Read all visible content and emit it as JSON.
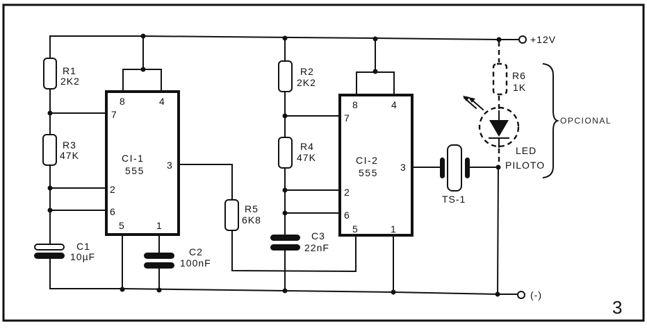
{
  "figure": {
    "number": "3",
    "colors": {
      "ink": "#111111",
      "paper": "#ffffff"
    }
  },
  "terminals": {
    "positive": "+12V",
    "negative": "(-)"
  },
  "ics": [
    {
      "ref": "CI-1",
      "type": "555",
      "pins": {
        "p8": "8",
        "p4": "4",
        "p7": "7",
        "p3": "3",
        "p2": "2",
        "p6": "6",
        "p5": "5",
        "p1": "1"
      }
    },
    {
      "ref": "CI-2",
      "type": "555",
      "pins": {
        "p8": "8",
        "p4": "4",
        "p7": "7",
        "p3": "3",
        "p2": "2",
        "p6": "6",
        "p5": "5",
        "p1": "1"
      }
    }
  ],
  "resistors": [
    {
      "ref": "R1",
      "value": "2K2"
    },
    {
      "ref": "R3",
      "value": "47K"
    },
    {
      "ref": "R2",
      "value": "2K2"
    },
    {
      "ref": "R4",
      "value": "47K"
    },
    {
      "ref": "R5",
      "value": "6K8"
    },
    {
      "ref": "R6",
      "value": "1K"
    }
  ],
  "capacitors": [
    {
      "ref": "C1",
      "value": "10µF"
    },
    {
      "ref": "C2",
      "value": "100nF"
    },
    {
      "ref": "C3",
      "value": "22nF"
    }
  ],
  "transducer": {
    "ref": "TS-1"
  },
  "led": {
    "line1": "LED",
    "line2": "PILOTO"
  },
  "optional_label": "OPCIONAL"
}
